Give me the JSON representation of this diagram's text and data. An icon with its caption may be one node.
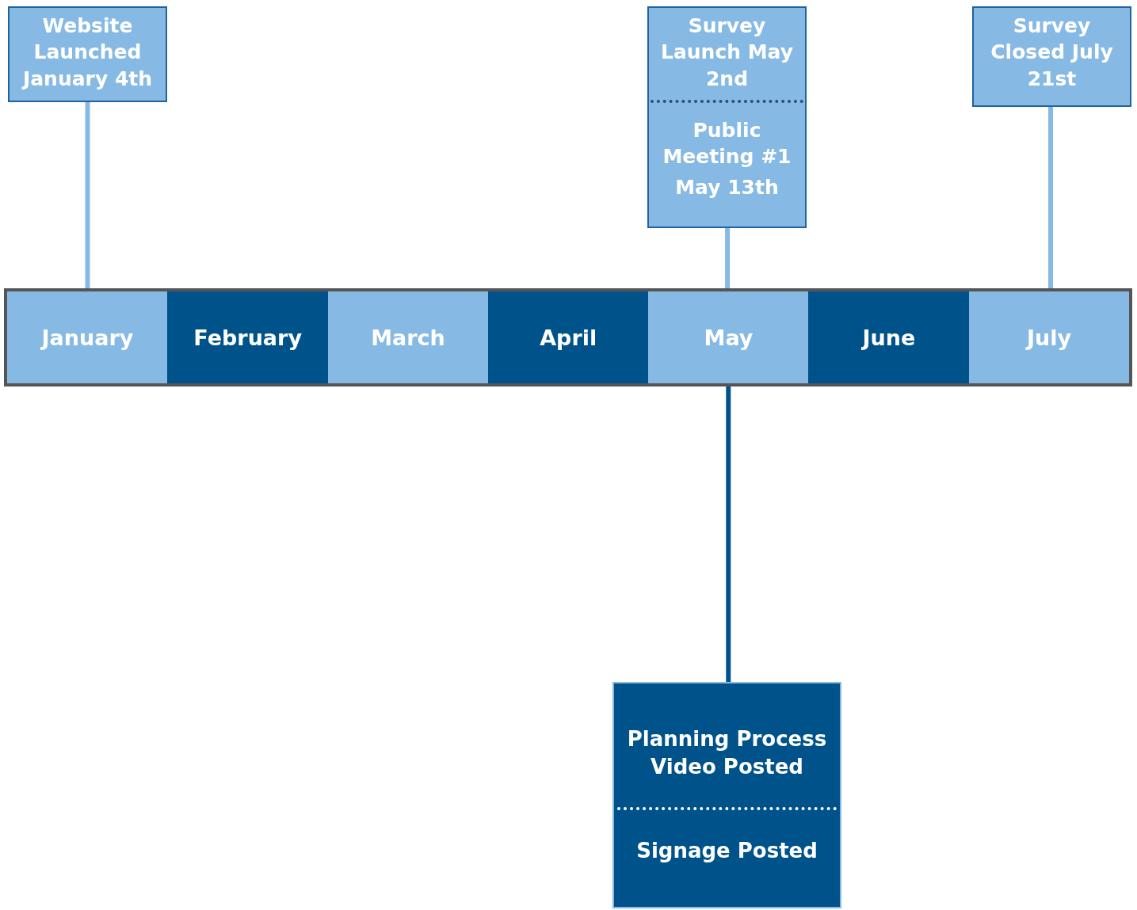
{
  "diagram": {
    "nodes": [
      {
        "text": [
          "Website Launched January 4th"
        ]
      },
      {
        "text": [
          "Survey Launch May 2nd",
          "Public Meeting #1",
          "May 13th"
        ]
      },
      {
        "text": [
          "Survey Closed July 21st"
        ]
      },
      {
        "text": [],
        "shape": "bar"
      },
      {
        "text": [
          "January"
        ],
        "in": 3
      },
      {
        "text": [
          "February"
        ],
        "in": 3
      },
      {
        "text": [
          "March"
        ],
        "in": 3
      },
      {
        "text": [
          "April"
        ],
        "in": 3
      },
      {
        "text": [
          "May"
        ],
        "in": 3
      },
      {
        "text": [
          "June"
        ],
        "in": 3
      },
      {
        "text": [
          "July"
        ],
        "in": 3
      },
      {
        "text": [
          "Planning Process Video Posted",
          "Signage Posted"
        ]
      }
    ],
    "edges": [
      {
        "from": 0,
        "to": 4,
        "arrow": "none"
      },
      {
        "from": 1,
        "to": 8,
        "arrow": "none"
      },
      {
        "from": 2,
        "to": 10,
        "arrow": "none"
      },
      {
        "from": 8,
        "to": 11,
        "arrow": "none",
        "color": "#00538a"
      }
    ]
  }
}
